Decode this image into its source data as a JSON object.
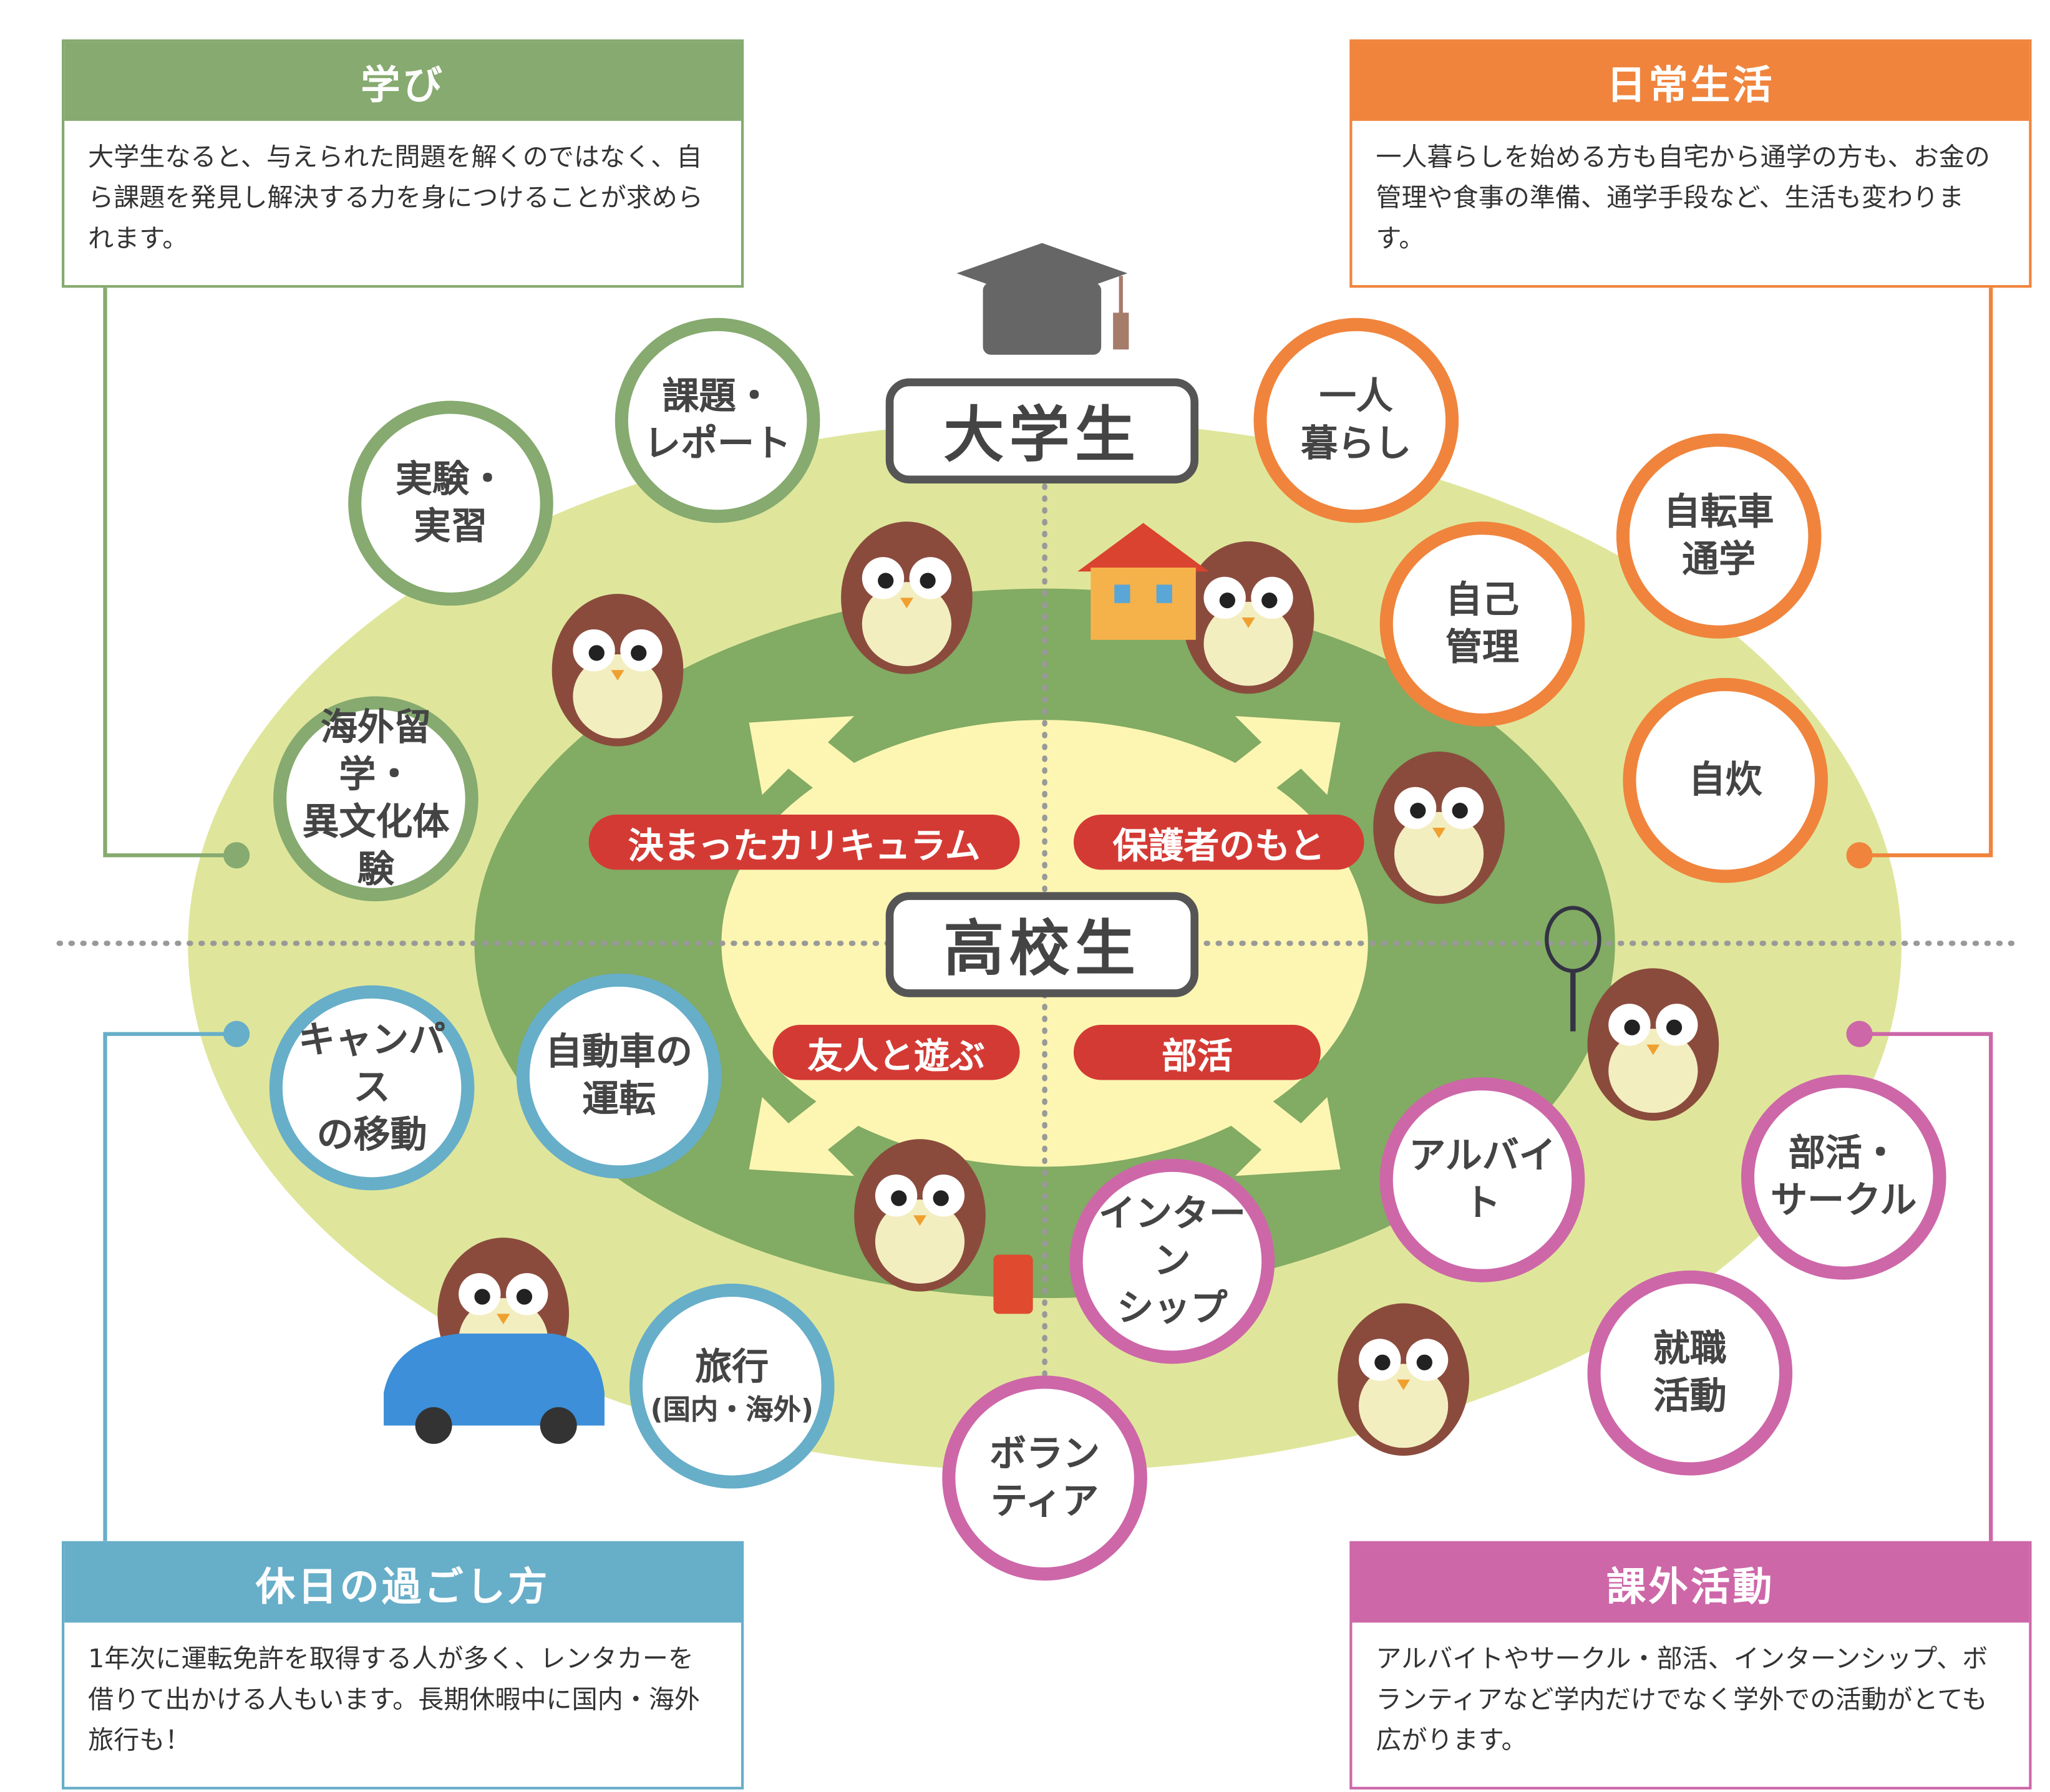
{
  "colors": {
    "green": "#86aa6f",
    "orange": "#f0843c",
    "blue": "#67aec9",
    "pink": "#cd67a8",
    "red": "#d43a34",
    "outer": "#dfe69b",
    "middle": "#82ab63",
    "inner": "#fdf6b2"
  },
  "boxes": {
    "learning": {
      "title": "学び",
      "text": "大学生なると、与えられた問題を解くのではなく、自ら課題を発見し解決する力を身につけることが求められます。"
    },
    "daily": {
      "title": "日常生活",
      "text": "一人暮らしを始める方も自宅から通学の方も、お金の管理や食事の準備、通学手段など、生活も変わります。"
    },
    "holiday": {
      "title": "休日の過ごし方",
      "text": "1年次に運転免許を取得する人が多く、レンタカーを借りて出かける人もいます。長期休暇中に国内・海外旅行も！"
    },
    "extracurricular": {
      "title": "課外活動",
      "text": "アルバイトやサークル・部活、インターンシップ、ボランティアなど学内だけでなく学外での活動がとても広がります。"
    }
  },
  "stages": {
    "university": "大学生",
    "highschool": "高校生"
  },
  "pills": {
    "curriculum": "決まったカリキュラム",
    "guardian": "保護者のもと",
    "friends": "友人と遊ぶ",
    "club": "部活"
  },
  "bubbles": [
    {
      "id": "assignment",
      "group": "green",
      "lines": [
        "課題・",
        "レポート"
      ]
    },
    {
      "id": "experiment",
      "group": "green",
      "lines": [
        "実験・",
        "実習"
      ]
    },
    {
      "id": "study-abroad",
      "group": "green",
      "lines": [
        "海外留学・",
        "異文化体験"
      ]
    },
    {
      "id": "living-alone",
      "group": "orange",
      "lines": [
        "一人",
        "暮らし"
      ]
    },
    {
      "id": "bicycle",
      "group": "orange",
      "lines": [
        "自転車",
        "通学"
      ]
    },
    {
      "id": "self-management",
      "group": "orange",
      "lines": [
        "自己",
        "管理"
      ]
    },
    {
      "id": "cooking",
      "group": "orange",
      "lines": [
        "自炊"
      ]
    },
    {
      "id": "campus-travel",
      "group": "blue",
      "lines": [
        "キャンパス",
        "の移動"
      ]
    },
    {
      "id": "driving",
      "group": "blue",
      "lines": [
        "自動車の",
        "運転"
      ]
    },
    {
      "id": "travel",
      "group": "blue",
      "lines": [
        "旅行"
      ],
      "small": "(国内・海外)"
    },
    {
      "id": "internship",
      "group": "pink",
      "lines": [
        "インターン",
        "シップ"
      ]
    },
    {
      "id": "volunteer",
      "group": "pink",
      "lines": [
        "ボラン",
        "ティア"
      ]
    },
    {
      "id": "part-time",
      "group": "pink",
      "lines": [
        "アルバイト"
      ]
    },
    {
      "id": "club-circle",
      "group": "pink",
      "lines": [
        "部活・",
        "サークル"
      ]
    },
    {
      "id": "job-hunting",
      "group": "pink",
      "lines": [
        "就職",
        "活動"
      ]
    }
  ]
}
